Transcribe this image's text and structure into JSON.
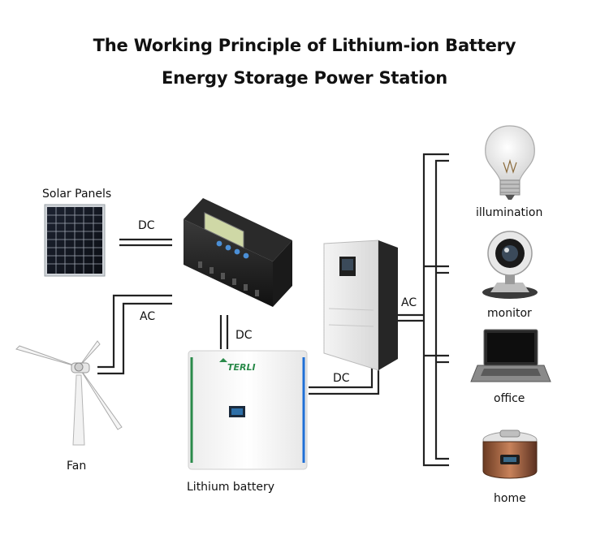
{
  "title": {
    "line1": "The Working Principle of Lithium-ion Battery",
    "line2": "Energy Storage Power Station"
  },
  "components": {
    "solar": "Solar Panels",
    "fan": "Fan",
    "battery": "Lithium battery",
    "battery_brand": "TERLI"
  },
  "connections": {
    "solar_controller": "DC",
    "fan_controller": "AC",
    "controller_battery": "DC",
    "battery_inverter": "DC",
    "inverter_loads": "AC"
  },
  "loads": {
    "illumination": "illumination",
    "monitor": "monitor",
    "office": "office",
    "home": "home"
  },
  "colors": {
    "wire": "#222222",
    "battery_accent": "#2a8a4a",
    "battery_stripe": "#1f6fd6"
  }
}
